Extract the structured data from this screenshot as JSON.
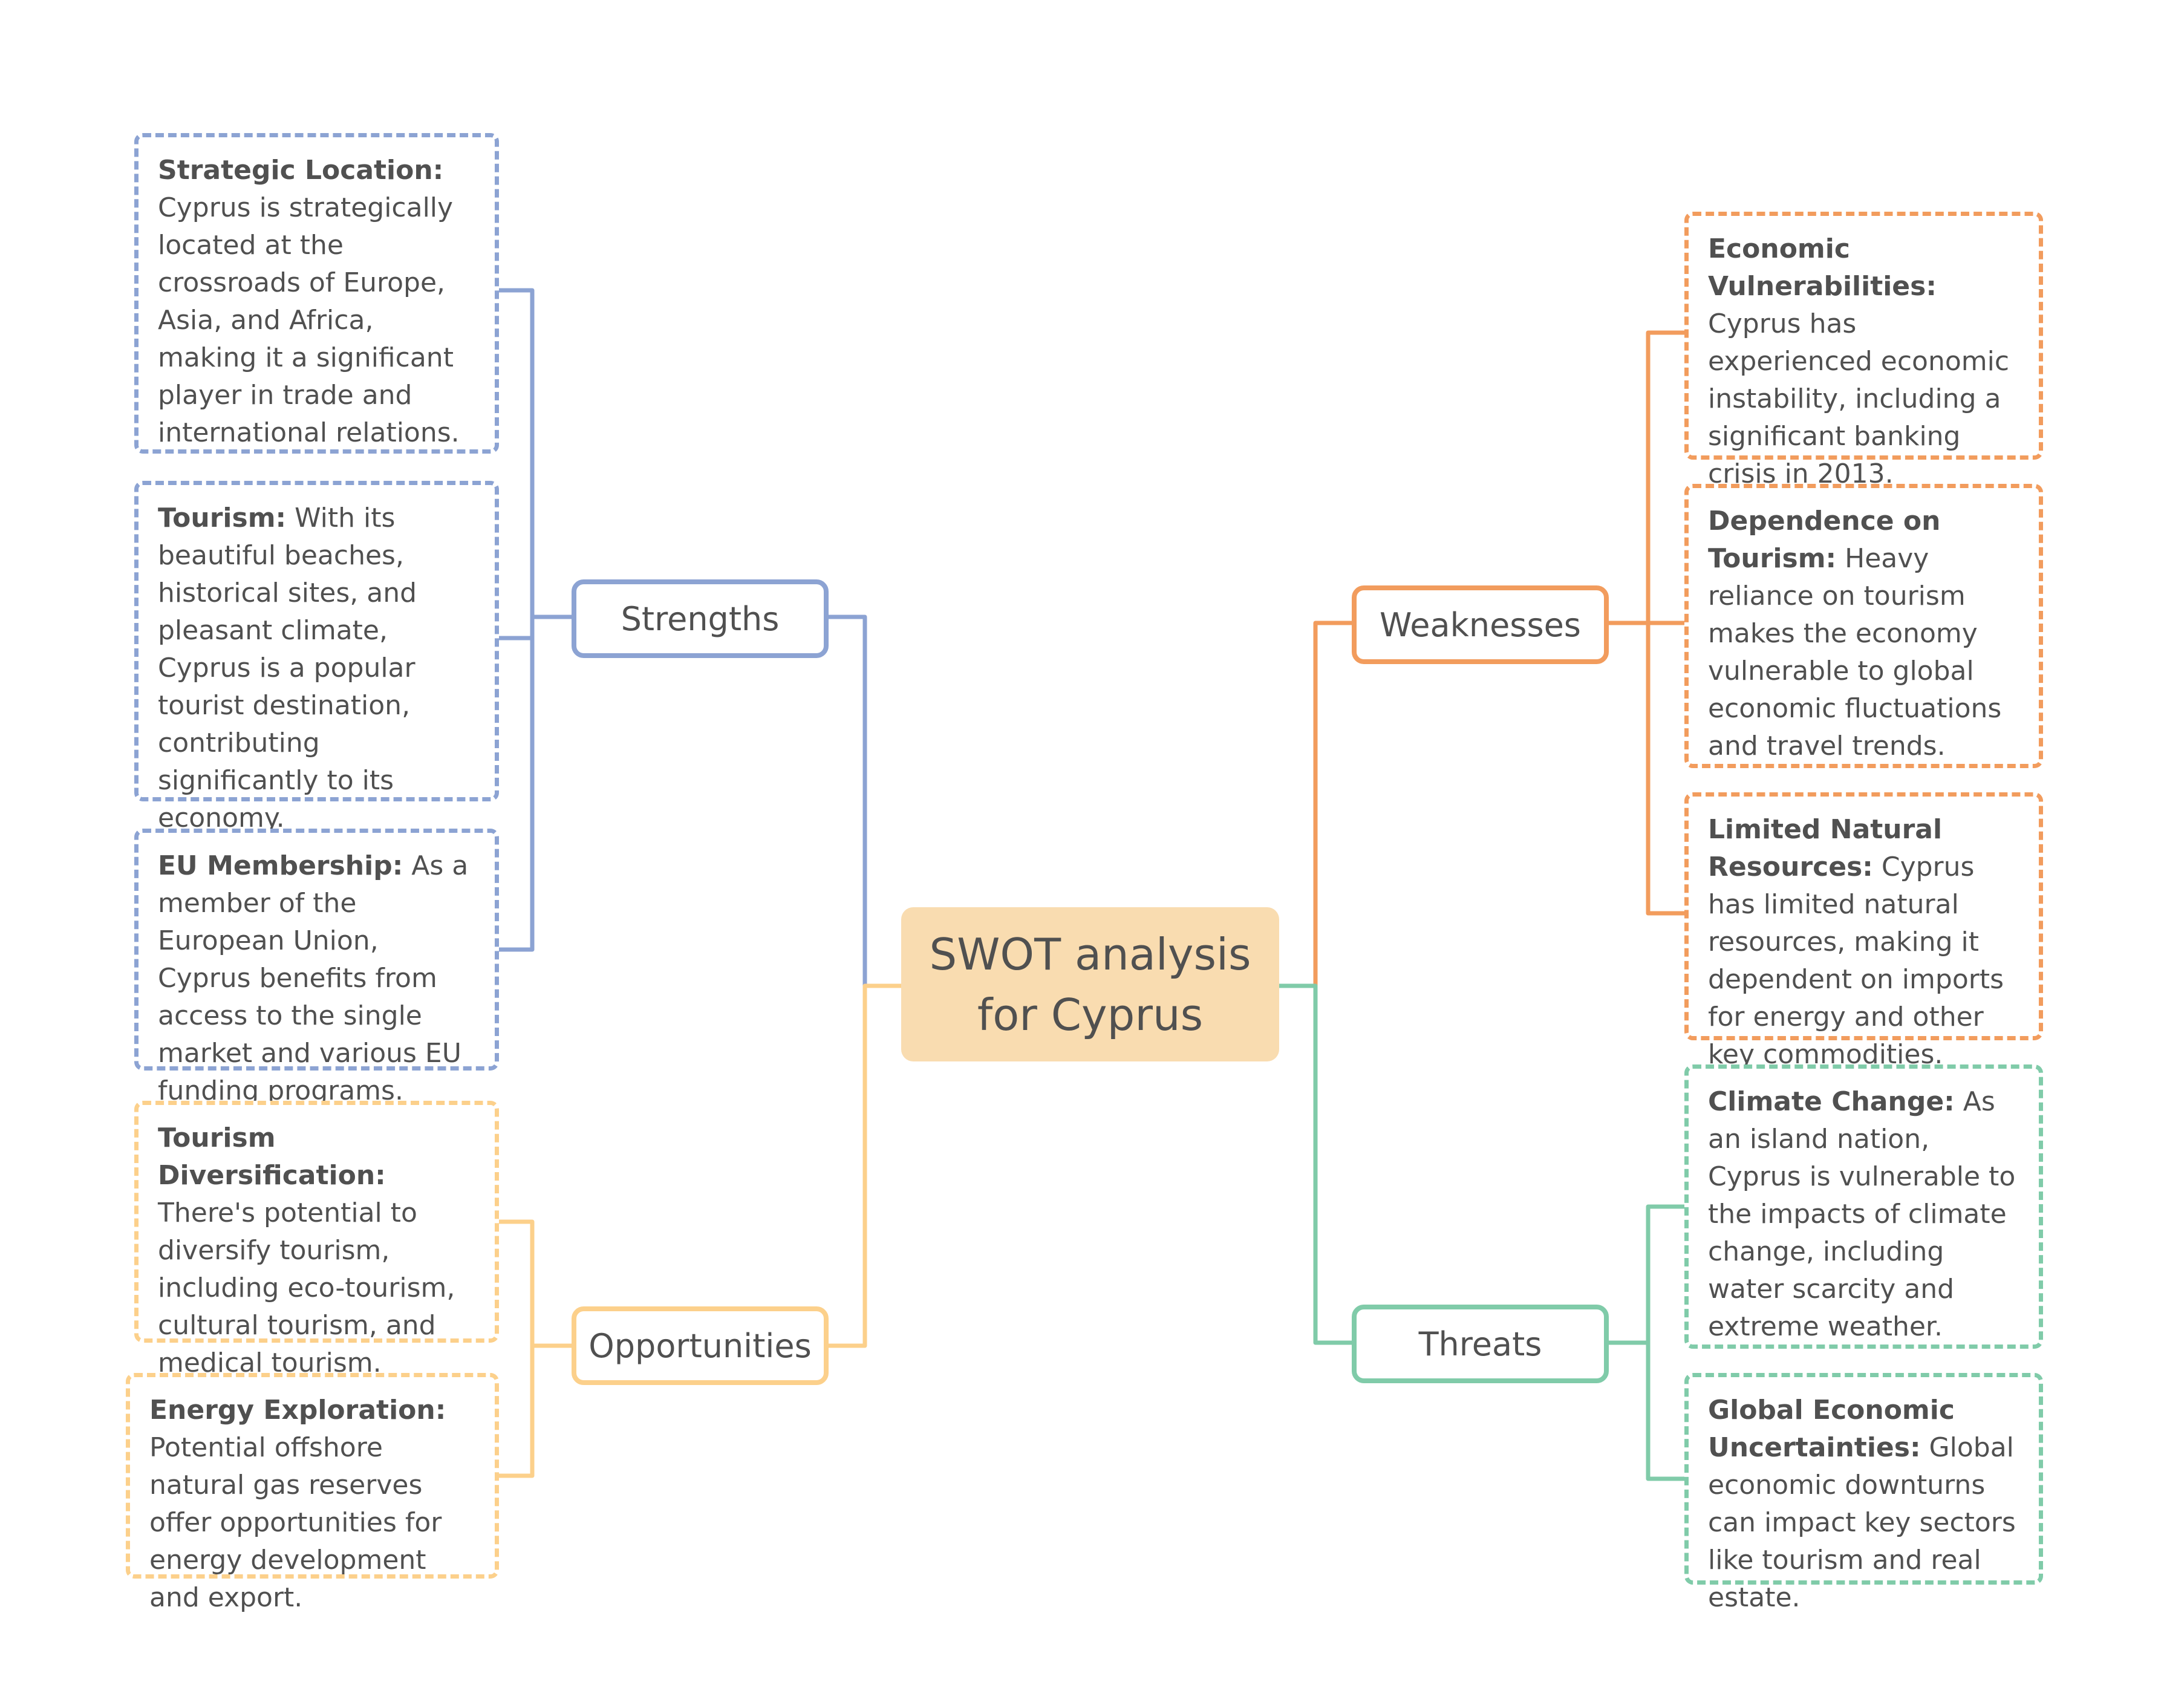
{
  "central": {
    "title": "SWOT analysis\nfor Cyprus"
  },
  "colors": {
    "strengths": "#8ca3d3",
    "weaknesses": "#f29c5d",
    "opportunities": "#fcd08b",
    "threats": "#80cba9",
    "central_fill": "#f9dcb0",
    "text": "#505050"
  },
  "strengths": {
    "label": "Strengths",
    "items": [
      {
        "title": "Strategic Location:",
        "text": " Cyprus is strategically located at the crossroads of Europe, Asia, and Africa, making it a significant player in trade and international relations."
      },
      {
        "title": "Tourism:",
        "text": " With its beautiful beaches, historical sites, and pleasant climate, Cyprus is a popular tourist destination, contributing significantly to its economy."
      },
      {
        "title": "EU Membership:",
        "text": " As a member of the European Union, Cyprus benefits from access to the single market and various EU funding programs."
      }
    ]
  },
  "opportunities": {
    "label": "Opportunities",
    "items": [
      {
        "title": "Tourism Diversification:",
        "text": " There's potential to diversify tourism, including eco-tourism, cultural tourism, and medical tourism."
      },
      {
        "title": "Energy Exploration:",
        "text": " Potential offshore natural gas reserves offer opportunities for energy development and export."
      }
    ]
  },
  "weaknesses": {
    "label": "Weaknesses",
    "items": [
      {
        "title": "Economic Vulnerabilities:",
        "text": " Cyprus has experienced economic instability, including a significant banking crisis in 2013."
      },
      {
        "title": "Dependence on Tourism:",
        "text": " Heavy reliance on tourism makes the economy vulnerable to global economic fluctuations and travel trends."
      },
      {
        "title": "Limited Natural Resources:",
        "text": " Cyprus has limited natural resources, making it dependent on imports for energy and other key commodities."
      }
    ]
  },
  "threats": {
    "label": "Threats",
    "items": [
      {
        "title": "Climate Change:",
        "text": " As an island nation, Cyprus is vulnerable to the impacts of climate change, including water scarcity and extreme weather."
      },
      {
        "title": "Global Economic Uncertainties:",
        "text": " Global economic downturns can impact key sectors like tourism and real estate."
      }
    ]
  }
}
